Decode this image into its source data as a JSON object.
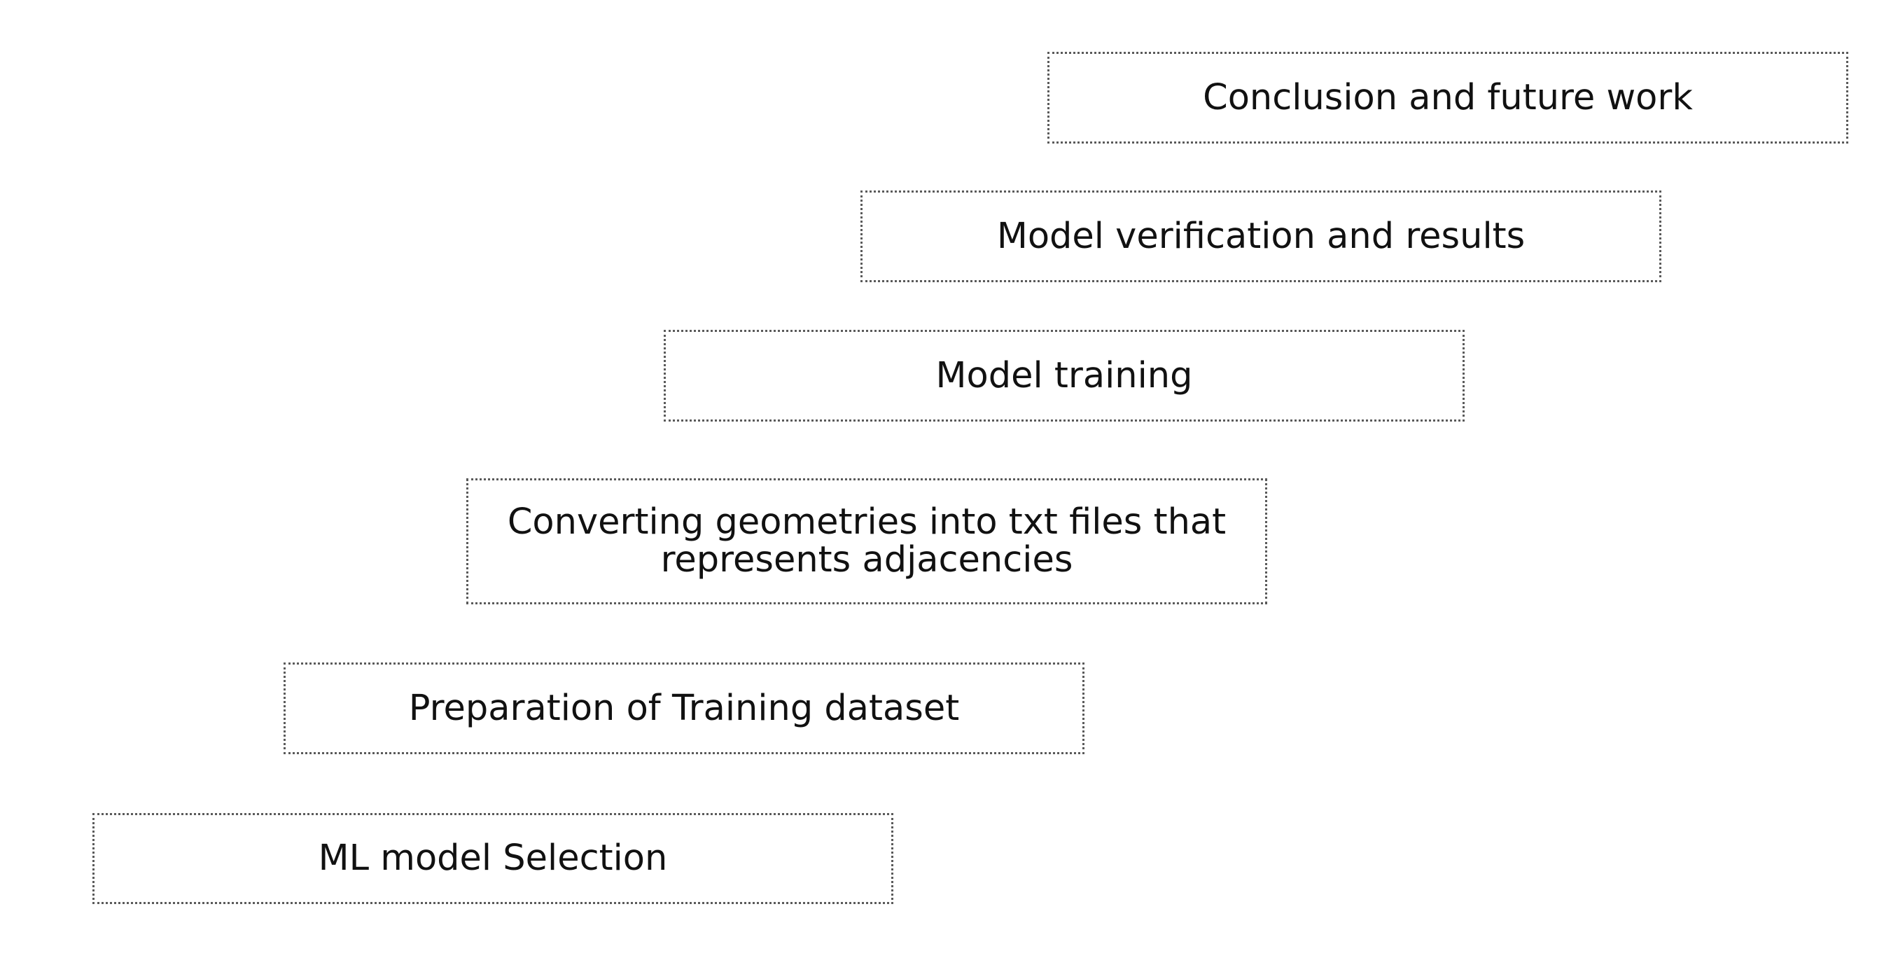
{
  "steps": [
    {
      "label": "ML model Selection"
    },
    {
      "label": "Preparation of Training dataset"
    },
    {
      "label": "Converting geometries into txt files that represents adjacencies"
    },
    {
      "label": "Model training"
    },
    {
      "label": "Model verification and results"
    },
    {
      "label": "Conclusion and future work"
    }
  ],
  "colors": {
    "border": "#5a5a5a",
    "text": "#111111",
    "background": "#ffffff"
  }
}
